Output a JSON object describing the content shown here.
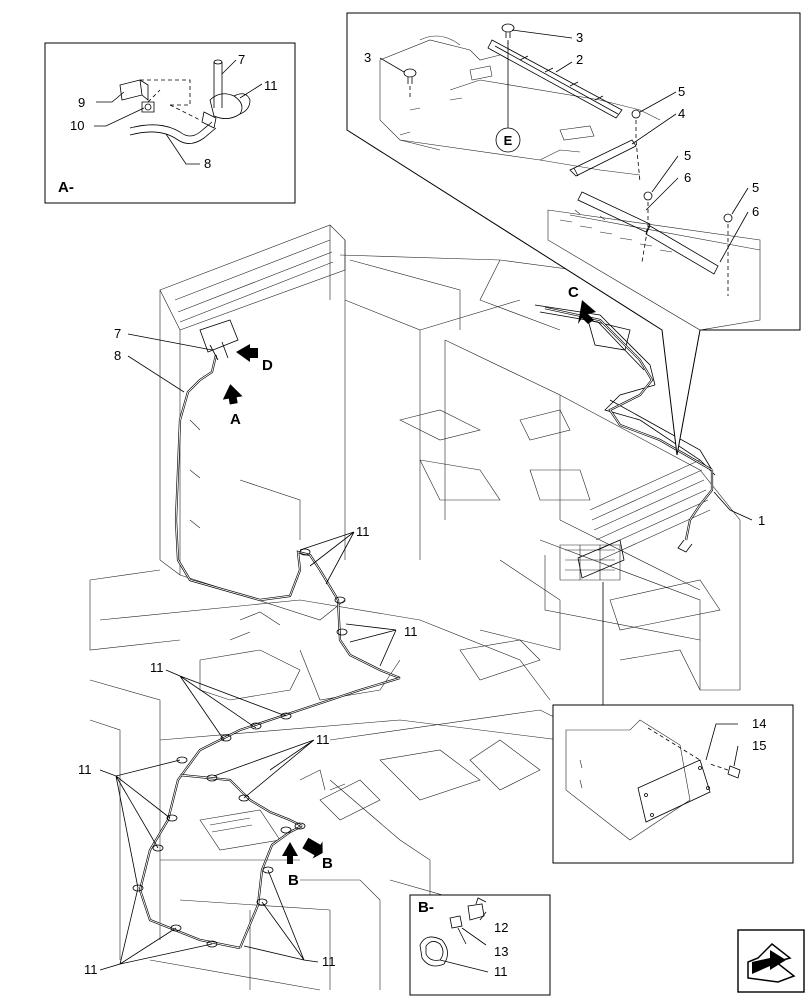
{
  "callouts": {
    "n1": "1",
    "n2": "2",
    "n3": "3",
    "n4": "4",
    "n5": "5",
    "n6": "6",
    "n7": "7",
    "n8": "8",
    "n9": "9",
    "n10": "10",
    "n11": "11",
    "n12": "12",
    "n13": "13",
    "n14": "14",
    "n15": "15"
  },
  "views": {
    "A_detail": "A-",
    "B_detail": "B-",
    "A_arrow": "A",
    "B_arrow": "B",
    "C_arrow": "C",
    "D_arrow": "D",
    "E_circle": "E"
  },
  "icons": {
    "corner_nav": "page-navigation-arrow-icon"
  }
}
